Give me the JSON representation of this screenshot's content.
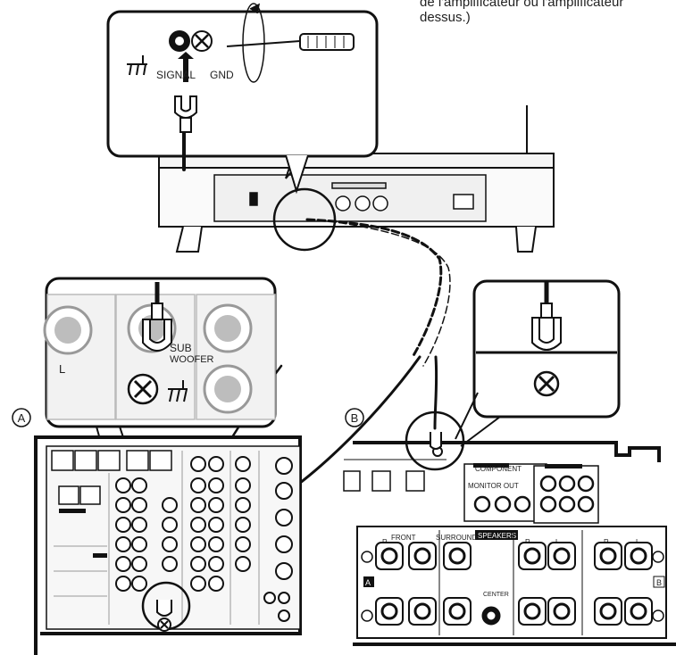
{
  "caption": {
    "line1": "de l'amplificateur ou l'amplificateur",
    "line2": "dessus.)"
  },
  "callout_top": {
    "signal_label": "SIGNAL",
    "gnd_label": "GND"
  },
  "callout_a": {
    "left_label": "L",
    "sub_label_1": "SUB",
    "sub_label_2": "WOOFER"
  },
  "markers": {
    "a": "A",
    "b": "B"
  },
  "panel_b": {
    "component_label": "COMPONENT",
    "monitor_out_label": "MONITOR OUT",
    "speakers_label": "SPEAKERS",
    "front_label": "FRONT",
    "surround_label": "SURROUND",
    "center_label": "CENTER",
    "r_label": "R",
    "l_label": "L",
    "zone_a": "A",
    "zone_b": "B"
  },
  "colors": {
    "line": "#111111",
    "panel": "#f2f2f2",
    "jack": "#bdbdbd"
  }
}
